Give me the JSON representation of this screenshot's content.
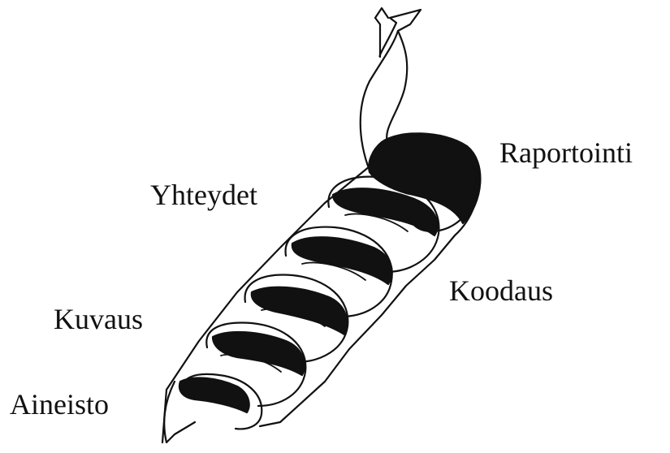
{
  "labels": {
    "raportointi": "Raportointi",
    "yhteydet": "Yhteydet",
    "koodaus": "Koodaus",
    "kuvaus": "Kuvaus",
    "aineisto": "Aineisto"
  },
  "colors": {
    "ink": "#111111",
    "fill_dark": "#111111",
    "fill_light": "#ffffff"
  }
}
